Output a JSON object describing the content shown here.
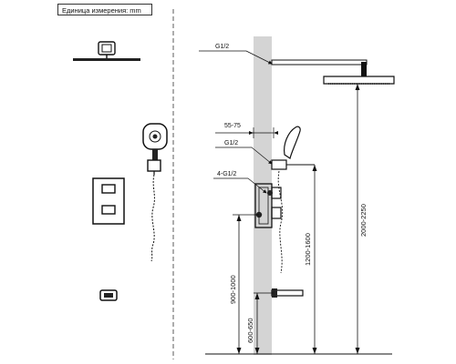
{
  "unit_label": "Единица измерения: mm",
  "labels": {
    "thread_top": "G1/2",
    "thread_mid": "G1/2",
    "offset": "55-75",
    "mixer_thread": "4-G1/2"
  },
  "dimensions": {
    "shower_head_height": "2000-2250",
    "hand_shower_height": "1200-1600",
    "mixer_height": "900-1000",
    "spout_height": "600-650"
  }
}
